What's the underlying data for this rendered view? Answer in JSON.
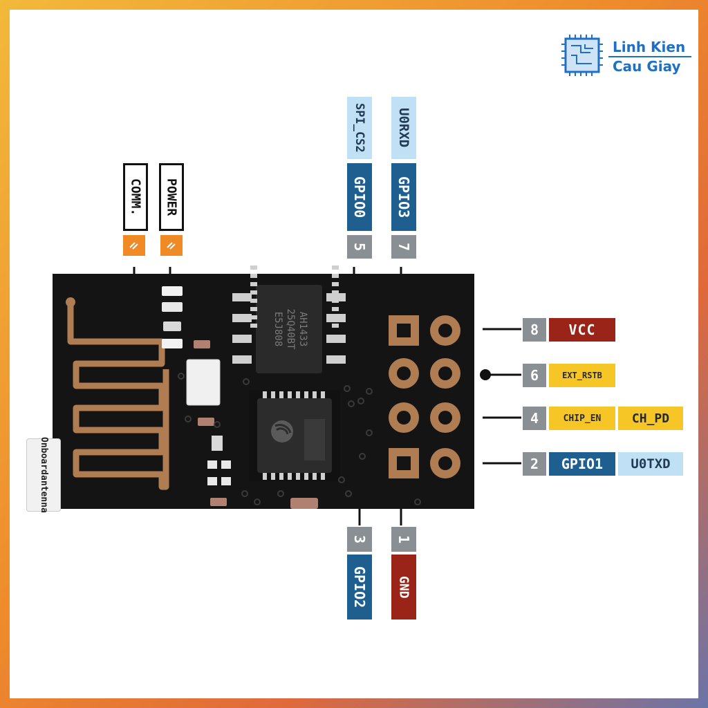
{
  "brand": {
    "title": "Linh Kien",
    "subtitle": "Cau Giay",
    "accent": "#1f6fc2"
  },
  "board": {
    "chip_marking": [
      "AH1433",
      "25Q40BT",
      "E5J808"
    ],
    "antenna_callout": [
      "Onboard",
      "antenna"
    ]
  },
  "leds": {
    "comm_label": "COMM.",
    "power_label": "POWER"
  },
  "top_pins": [
    {
      "number": "5",
      "gpio": "GPIO0",
      "function": "SPI_CS2"
    },
    {
      "number": "7",
      "gpio": "GPIO3",
      "function": "U0RXD"
    }
  ],
  "bottom_pins": [
    {
      "number": "3",
      "gpio": "GPIO2"
    },
    {
      "number": "1",
      "name": "GND"
    }
  ],
  "right_pins": [
    {
      "number": "8",
      "name": "VCC"
    },
    {
      "number": "6",
      "name": "EXT_RSTB"
    },
    {
      "number": "4",
      "name": "CHIP_EN",
      "alt": "CH_PD"
    },
    {
      "number": "2",
      "name": "GPIO1",
      "alt": "U0TXD"
    }
  ],
  "colors": {
    "pcb": "#141414",
    "copper": "#b07d52",
    "gpio_blue": "#1f5f8f",
    "vcc_gnd_red": "#9a2418",
    "control_yellow": "#f5c626",
    "pin_gray": "#8a8f94"
  }
}
